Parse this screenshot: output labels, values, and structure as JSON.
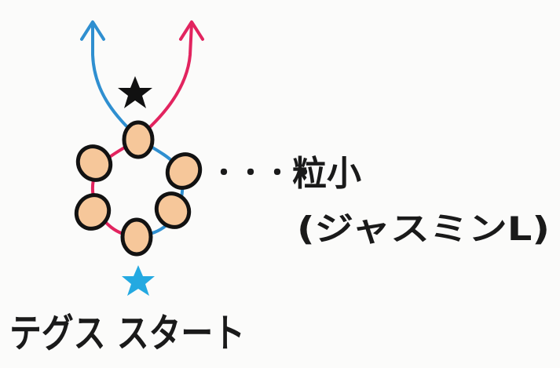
{
  "labels": {
    "bead_name": "粒小",
    "bead_type": "(ジャスミンL)",
    "dots": "・・・・",
    "start_caption": "テグス スタート"
  },
  "colors": {
    "thread_blue": "#2f8fd0",
    "thread_pink": "#e2245f",
    "bead_fill": "#f6c79a",
    "bead_outline": "#121212",
    "star_black": "#111111",
    "star_blue": "#24a9e1",
    "paper": "#fbfbfa"
  },
  "icons": {
    "start_marker": "blue-star-icon",
    "end_marker": "black-star-icon",
    "arrows": "arrow-up-icon"
  },
  "diagram": {
    "bead_count": 6,
    "thread_count": 2
  }
}
